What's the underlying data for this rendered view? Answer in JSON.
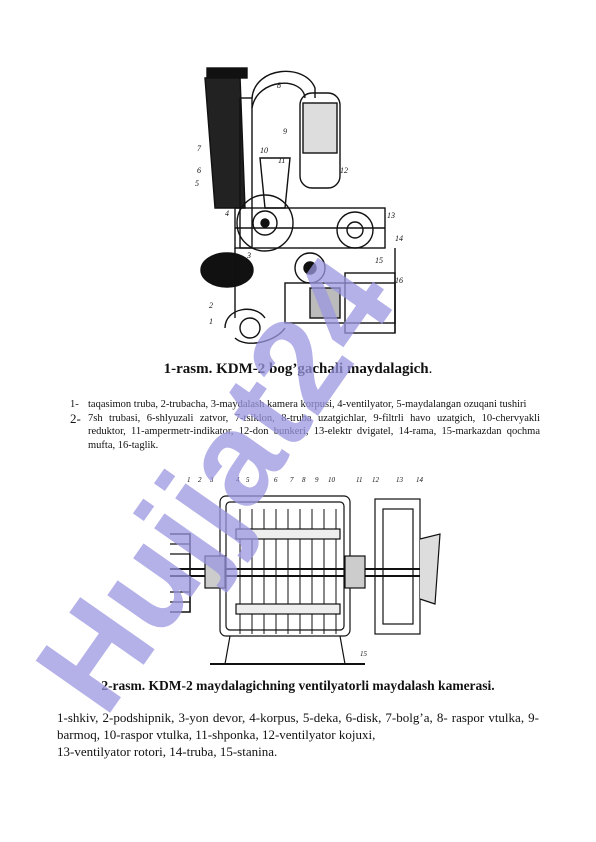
{
  "figure1": {
    "caption_main": "1-rasm. KDM-2 bog’gachali maydalagich",
    "caption_end": ".",
    "part_labels": [
      "1",
      "2",
      "3",
      "4",
      "5",
      "6",
      "7",
      "8",
      "9",
      "10",
      "11",
      "12",
      "13",
      "14",
      "15",
      "16"
    ]
  },
  "legend1": [
    {
      "num": "1-",
      "text": "taqasimon truba, 2-trubacha, 3-maydalash kamera korpusi, 4-ventilyator, 5-maydalangan ozuqani tushiri"
    },
    {
      "num": "2-",
      "text": "7sh trubasi, 6-shlyuzali zatvor, 7-tsiklon, 8-truba uzatgichlar, 9-filtrli havo uzatgich, 10-chervyakli reduktor, 11-ampermetr-indikator, 12-don bunkeri, 13-elektr dvigatel, 14-rama, 15-markazdan qochma mufta, 16-taglik."
    }
  ],
  "figure2": {
    "caption": "2-rasm. KDM-2 maydalagichning ventilyatorli maydalash kamerasi.",
    "part_labels": [
      "1",
      "2",
      "3",
      "4",
      "5",
      "6",
      "7",
      "8",
      "9",
      "10",
      "11",
      "12",
      "13",
      "14",
      "15"
    ]
  },
  "legend2": {
    "line1": "1-shkiv, 2-podshipnik, 3-yon devor, 4-korpus, 5-deka, 6-disk, 7-bolg’a, 8- raspor vtulka, 9-barmoq, 10-raspor vtulka, 11-shponka, 12-ventilyator kojuxi,",
    "line2": "13-ventilyator rotori, 14-truba, 15-stanina."
  },
  "watermark": {
    "text": "Hujjat24",
    "color": "#9b95e0"
  }
}
